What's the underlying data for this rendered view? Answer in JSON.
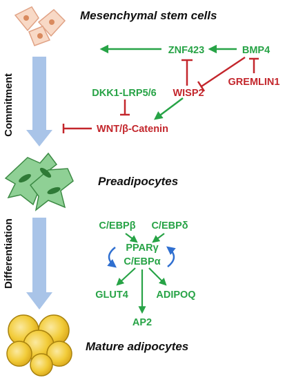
{
  "stages": {
    "msc": "Mesenchymal stem cells",
    "pre": "Preadipocytes",
    "mature": "Mature adipocytes"
  },
  "side_labels": {
    "commitment": "Commitment",
    "differentiation": "Differentiation"
  },
  "nodes": {
    "znf423": "ZNF423",
    "bmp4": "BMP4",
    "wisp2": "WISP2",
    "gremlin1": "GREMLIN1",
    "dkk1": "DKK1-LRP5/6",
    "wnt": "WNT/β-Catenin",
    "cebpb": "C/EBPβ",
    "cebpd": "C/EBPδ",
    "pparg": "PPARγ",
    "cebpa": "C/EBPα",
    "glut4": "GLUT4",
    "adipoq": "ADIPOQ",
    "ap2": "AP2"
  },
  "colors": {
    "activate": "#27a346",
    "inhibit": "#c3262c",
    "feedback": "#2f6fd0",
    "stage_arrow": "#a9c4e8",
    "cell_fill": "#f8d9c6",
    "preadipocyte": "#8fd095",
    "adipocyte": "#f2cc3a"
  },
  "icons": [
    "stem-cell-icon",
    "preadipocyte-icon",
    "adipocyte-icon"
  ]
}
